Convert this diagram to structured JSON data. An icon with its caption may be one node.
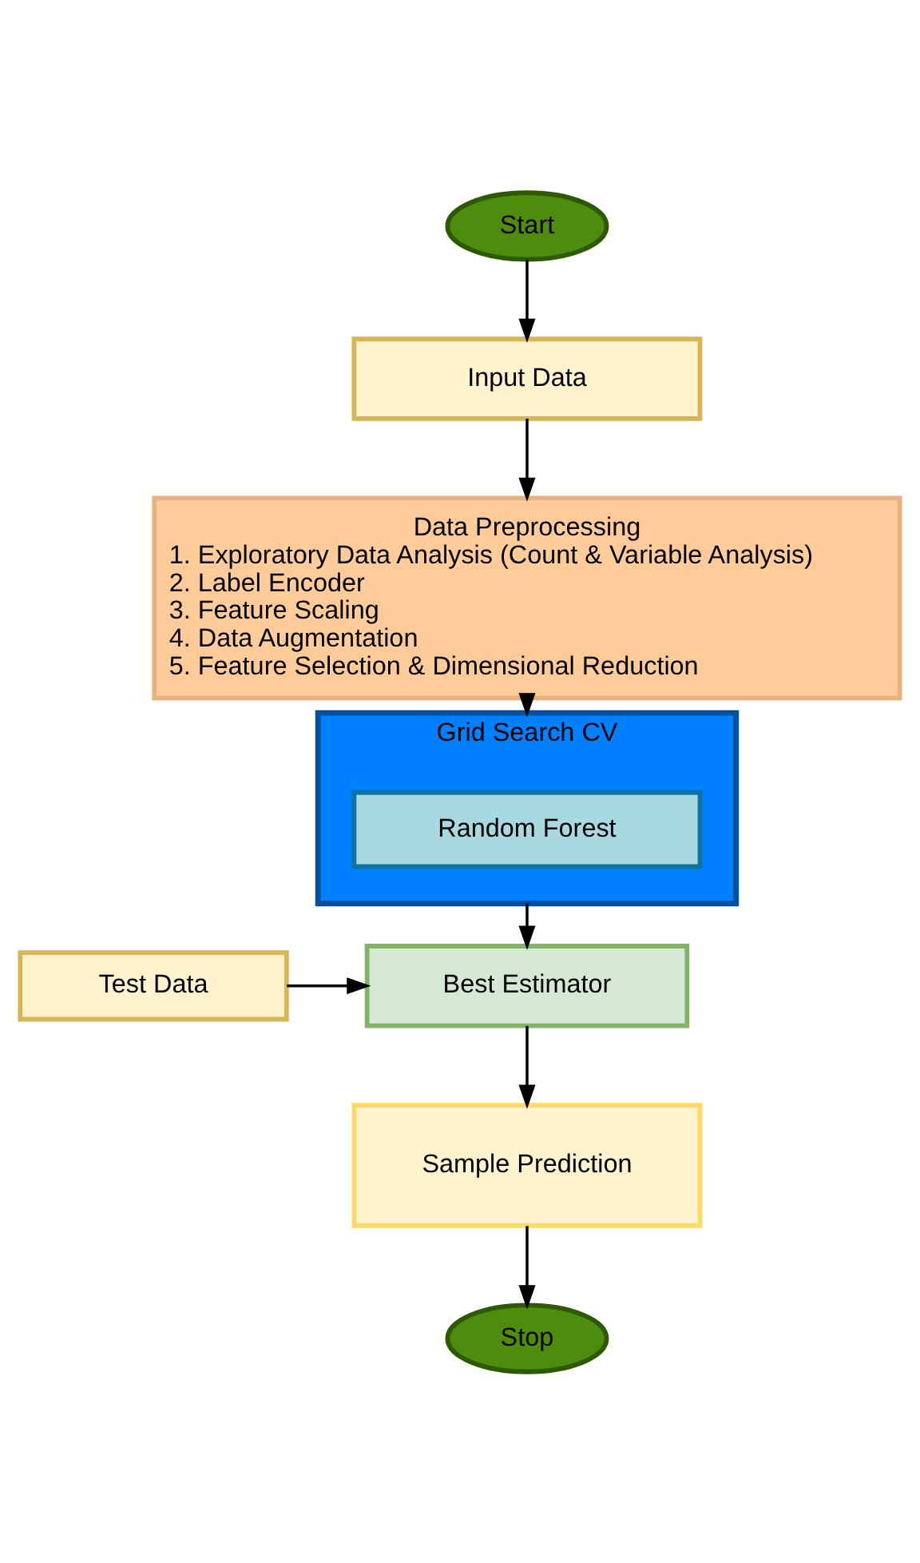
{
  "diagram": {
    "nodes": [
      {
        "text": [
          "Start"
        ]
      },
      {
        "text": [
          "Input Data"
        ]
      },
      {
        "text": [
          "Data Preprocessing",
          "1. Exploratory Data Analysis (Count & Variable Analysis)",
          "2. Label Encoder",
          "3. Feature Scaling",
          "4. Data Augmentation",
          "5. Feature Selection & Dimensional Reduction"
        ]
      },
      {
        "text": [
          "Grid Search CV"
        ]
      },
      {
        "text": [
          "Random Forest"
        ],
        "in": 3
      },
      {
        "text": [
          "Test Data"
        ]
      },
      {
        "text": [
          "Best Estimator"
        ]
      },
      {
        "text": [
          "Sample Prediction"
        ]
      },
      {
        "text": [
          "Stop"
        ]
      }
    ],
    "edges": [
      {
        "from": 0,
        "to": 1,
        "arrow": "to"
      },
      {
        "from": 1,
        "to": 2,
        "arrow": "to"
      },
      {
        "from": 2,
        "to": 3,
        "arrow": "to"
      },
      {
        "from": 3,
        "to": 6,
        "arrow": "to"
      },
      {
        "from": 5,
        "to": 6,
        "arrow": "to"
      },
      {
        "from": 6,
        "to": 7,
        "arrow": "to"
      },
      {
        "from": 7,
        "to": 8,
        "arrow": "to"
      }
    ]
  }
}
